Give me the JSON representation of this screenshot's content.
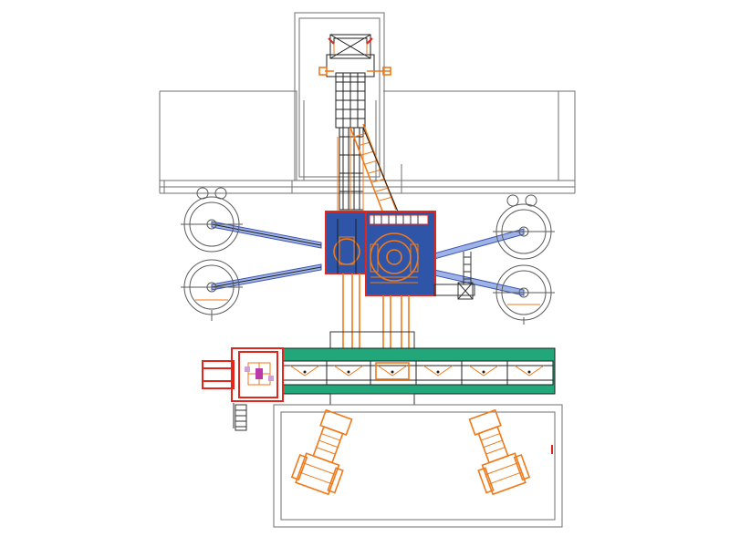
{
  "drawing": {
    "kind": "mine-shaft-hoist-plan",
    "colors": {
      "background": "#ffffff",
      "headframe_lines": "#6f6f6f",
      "machinery": "#f07a1a",
      "structure_red": "#e3261b",
      "hoist_room_fill": "#2e55a8",
      "conveyor_fill": "#22a77a",
      "rope_blue": "#3b55b3",
      "linework": "#1f1f1f"
    },
    "components": [
      "headframe",
      "shaft-tower",
      "inclined-ladder",
      "hoist-room-left",
      "hoist-room-right",
      "winding-drums-left",
      "winding-drums-right",
      "hoist-ropes",
      "conveyor-belt",
      "transfer-station",
      "loading-pit",
      "haul-trucks"
    ]
  }
}
